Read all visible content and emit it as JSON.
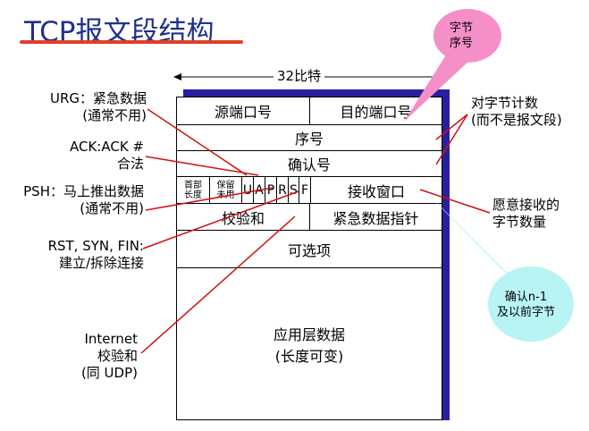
{
  "title": "TCP报文段结构",
  "width_label": "32比特",
  "fields": {
    "src_port": "源端口号",
    "dst_port": "目的端口号",
    "seq": "序号",
    "ack": "确认号",
    "hdr_len": [
      "首部",
      "长度"
    ],
    "reserved": [
      "保留",
      "未用"
    ],
    "flags": [
      "U",
      "A",
      "P",
      "R",
      "S",
      "F"
    ],
    "recv_window": "接收窗口",
    "checksum": "校验和",
    "urg_ptr": "紧急数据指针",
    "options": "可选项",
    "app_data": [
      "应用层数据",
      "(长度可变)"
    ]
  },
  "left_notes": {
    "urg": [
      "URG：紧急数据",
      "(通常不用)"
    ],
    "ack": [
      "ACK:ACK #",
      "合法"
    ],
    "psh": [
      "PSH：马上推出数据",
      "(通常不用)"
    ],
    "rst": [
      "RST, SYN, FIN:",
      "建立/拆除连接"
    ],
    "internet": [
      "Internet",
      "校验和",
      "(同 UDP)"
    ]
  },
  "right_notes": {
    "byte_count": [
      "对字节计数",
      "(而不是报文段)"
    ],
    "recv_bytes": [
      "愿意接收的",
      "字节数量"
    ]
  },
  "bubbles": {
    "seq_bubble": [
      "字节",
      "序号"
    ],
    "ack_bubble": [
      "确认n-1",
      "及以前字节"
    ]
  },
  "colors": {
    "title": "#1f2f8f",
    "underline": "#e0402a",
    "struct_shadow": "#2a1ea0",
    "arrow_red": "#d01010",
    "bubble_pink": "#f48fc8",
    "bubble_cyan": "#b8f4f4"
  }
}
